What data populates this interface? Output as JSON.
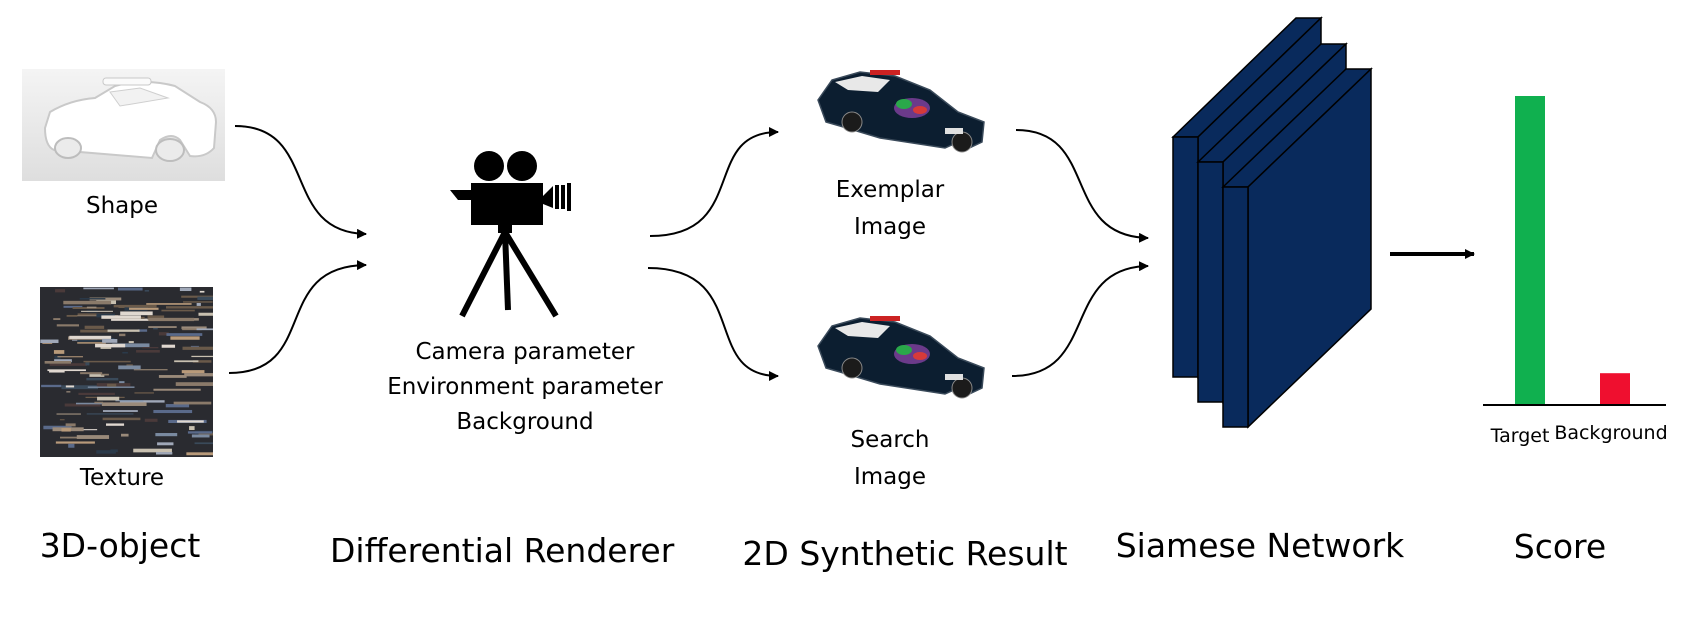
{
  "inputs": {
    "shape_label": "Shape",
    "texture_label": "Texture"
  },
  "renderer": {
    "lines": [
      "Camera parameter",
      "Environment parameter",
      "Background"
    ]
  },
  "synthetic": {
    "exemplar_lines": [
      "Exemplar",
      "Image"
    ],
    "search_lines": [
      "Search",
      "Image"
    ]
  },
  "score": {
    "target_label": "Target",
    "background_label": "Background"
  },
  "stages": {
    "object": "3D-object",
    "renderer": "Differential Renderer",
    "synthetic": "2D Synthetic Result",
    "siamese": "Siamese Network",
    "score": "Score"
  },
  "chart_data": {
    "type": "bar",
    "categories": [
      "Target",
      "Background"
    ],
    "values": [
      1.0,
      0.1
    ],
    "colors": [
      "#10b04f",
      "#ef0f2f"
    ],
    "ylim": [
      0,
      1.0
    ]
  },
  "colors": {
    "network_block": "#092a5c",
    "car_body": "#0c1e30"
  },
  "icons": {
    "camera": "movie-camera-icon",
    "car": "police-car-image"
  }
}
